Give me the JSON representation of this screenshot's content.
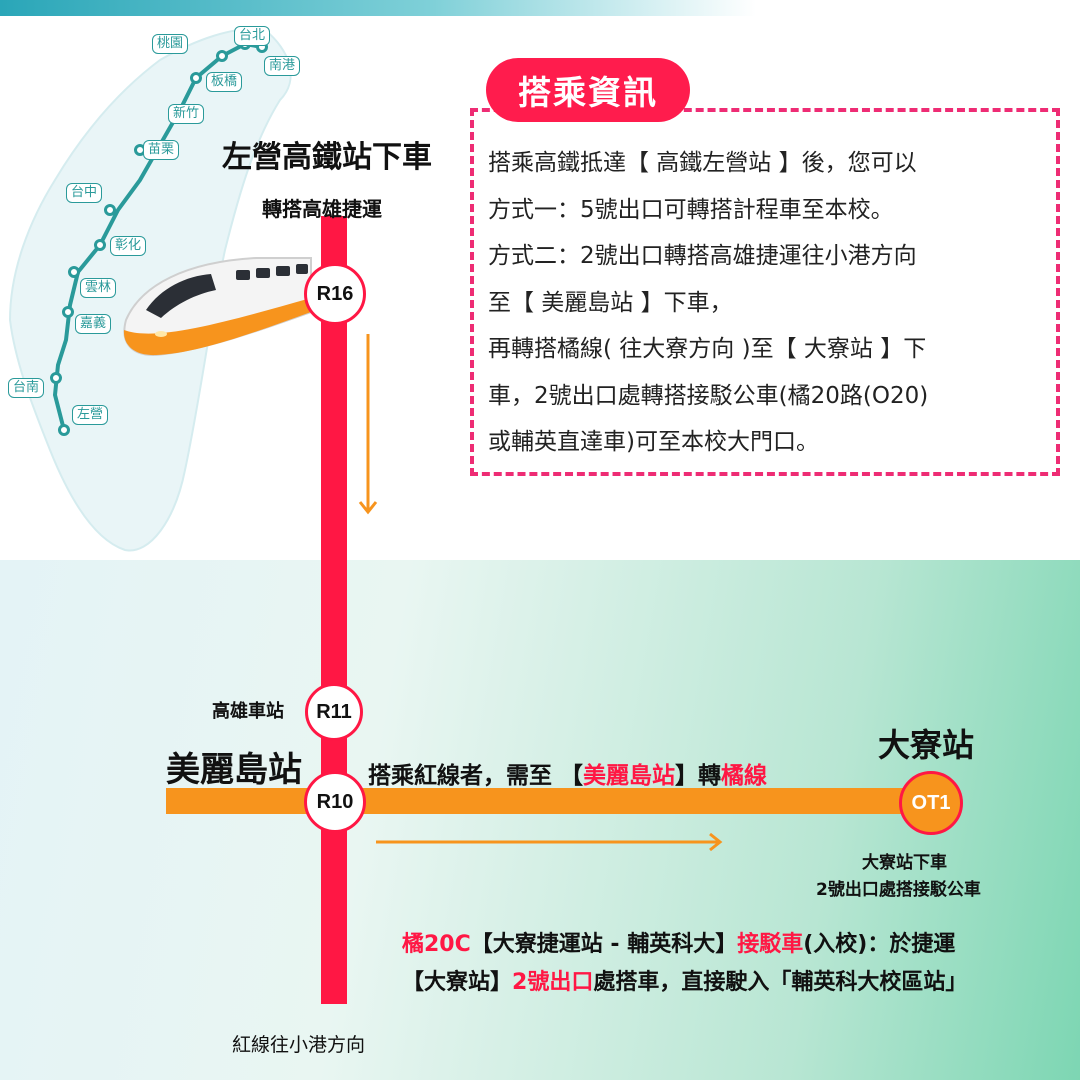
{
  "map": {
    "cities": [
      "桃園",
      "台北",
      "南港",
      "板橋",
      "新竹",
      "苗栗",
      "台中",
      "彰化",
      "雲林",
      "嘉義",
      "台南",
      "左營"
    ]
  },
  "hsr": {
    "title": "左營高鐵站下車",
    "transfer": "轉搭高雄捷運"
  },
  "stations": {
    "r16": "R16",
    "r11": "R11",
    "r10": "R10",
    "ot1": "OT1"
  },
  "labels": {
    "kaohsiung_station": "高雄車站",
    "formosa": "美麗島站",
    "daliao": "大寮站",
    "red_line_direction": "紅線往小港方向",
    "daliao_exit_1": "大寮站下車",
    "daliao_exit_2": "2號出口處搭接駁公車"
  },
  "transfer_note": {
    "prefix": "搭乘紅線者，需至 ",
    "bracket_open": "【",
    "station": "美麗島站",
    "bracket_close": "】",
    "middle": "轉",
    "line": "橘線"
  },
  "info": {
    "title": "搭乘資訊",
    "lines": [
      "搭乘高鐵抵達【 高鐵左營站 】後，您可以",
      "方式一：5號出口可轉搭計程車至本校。",
      "方式二：2號出口轉搭高雄捷運往小港方向",
      "至【 美麗島站 】下車，",
      "再轉搭橘線( 往大寮方向 )至【 大寮站 】下",
      "車，2號出口處轉搭接駁公車(橘20路(O20)",
      "或輔英直達車)可至本校大門口。"
    ]
  },
  "shuttle": {
    "route": "橘20C",
    "bracket": "【大寮捷運站 - 輔英科大】",
    "shuttle_word": "接駁車",
    "after": "(入校)：於捷運",
    "line2_a": "【大寮站】",
    "line2_exit": "2號出口",
    "line2_b": "處搭車，直接駛入「輔英科大校區站」"
  },
  "colors": {
    "red_line": "#ff1744",
    "orange_line": "#f7941d",
    "map_route": "#2a9a9a",
    "info_accent": "#ff1c4d"
  }
}
